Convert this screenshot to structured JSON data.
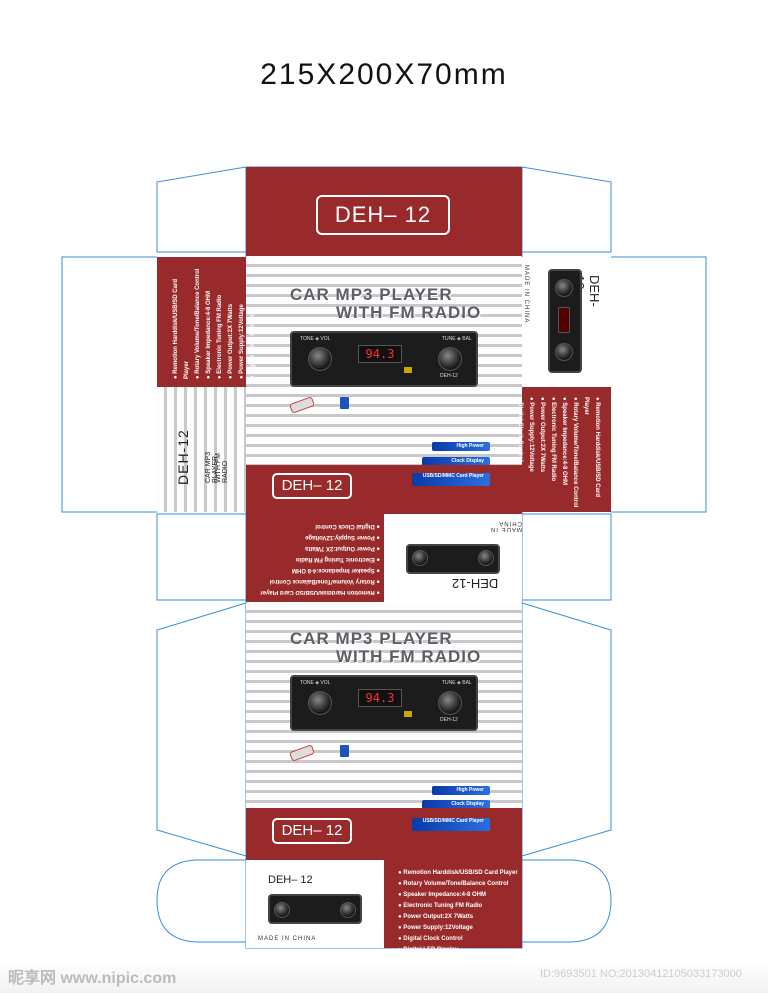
{
  "dimensions_title": "215X200X70mm",
  "model": "DEH– 12",
  "model_short": "DEH-12",
  "headline_line1": "CAR MP3  PLAYER",
  "headline_line2": "WITH FM RADIO",
  "radio": {
    "display": "94.3",
    "label_left": "TONE ◈ VOL",
    "label_right": "TUNE ◈ BAL",
    "brand": "DEH-12"
  },
  "badges": [
    "High Power",
    "Clock Display",
    "USB/SD/MMC Card Player"
  ],
  "features": [
    "Remotion Harddisk/USB/SD Card Player",
    "Rotary Volume/Tone/Balance Control",
    "Speaker Impedance:4-8 OHM",
    "Electronic Tuning FM Radio",
    "Power Output:2X 7Watts",
    "Power Supply:12Voltage",
    "Digital Clock Control",
    "Digital LED Display"
  ],
  "made_in": "MADE IN CHINA",
  "watermark_left": "昵享网 www.nipic.com",
  "watermark_right": "ID:9693501 NO:20130412105033173000",
  "colors": {
    "brand_red": "#992a2b",
    "outline_blue": "#3b8fd6",
    "silver": "#c9c9cc"
  }
}
